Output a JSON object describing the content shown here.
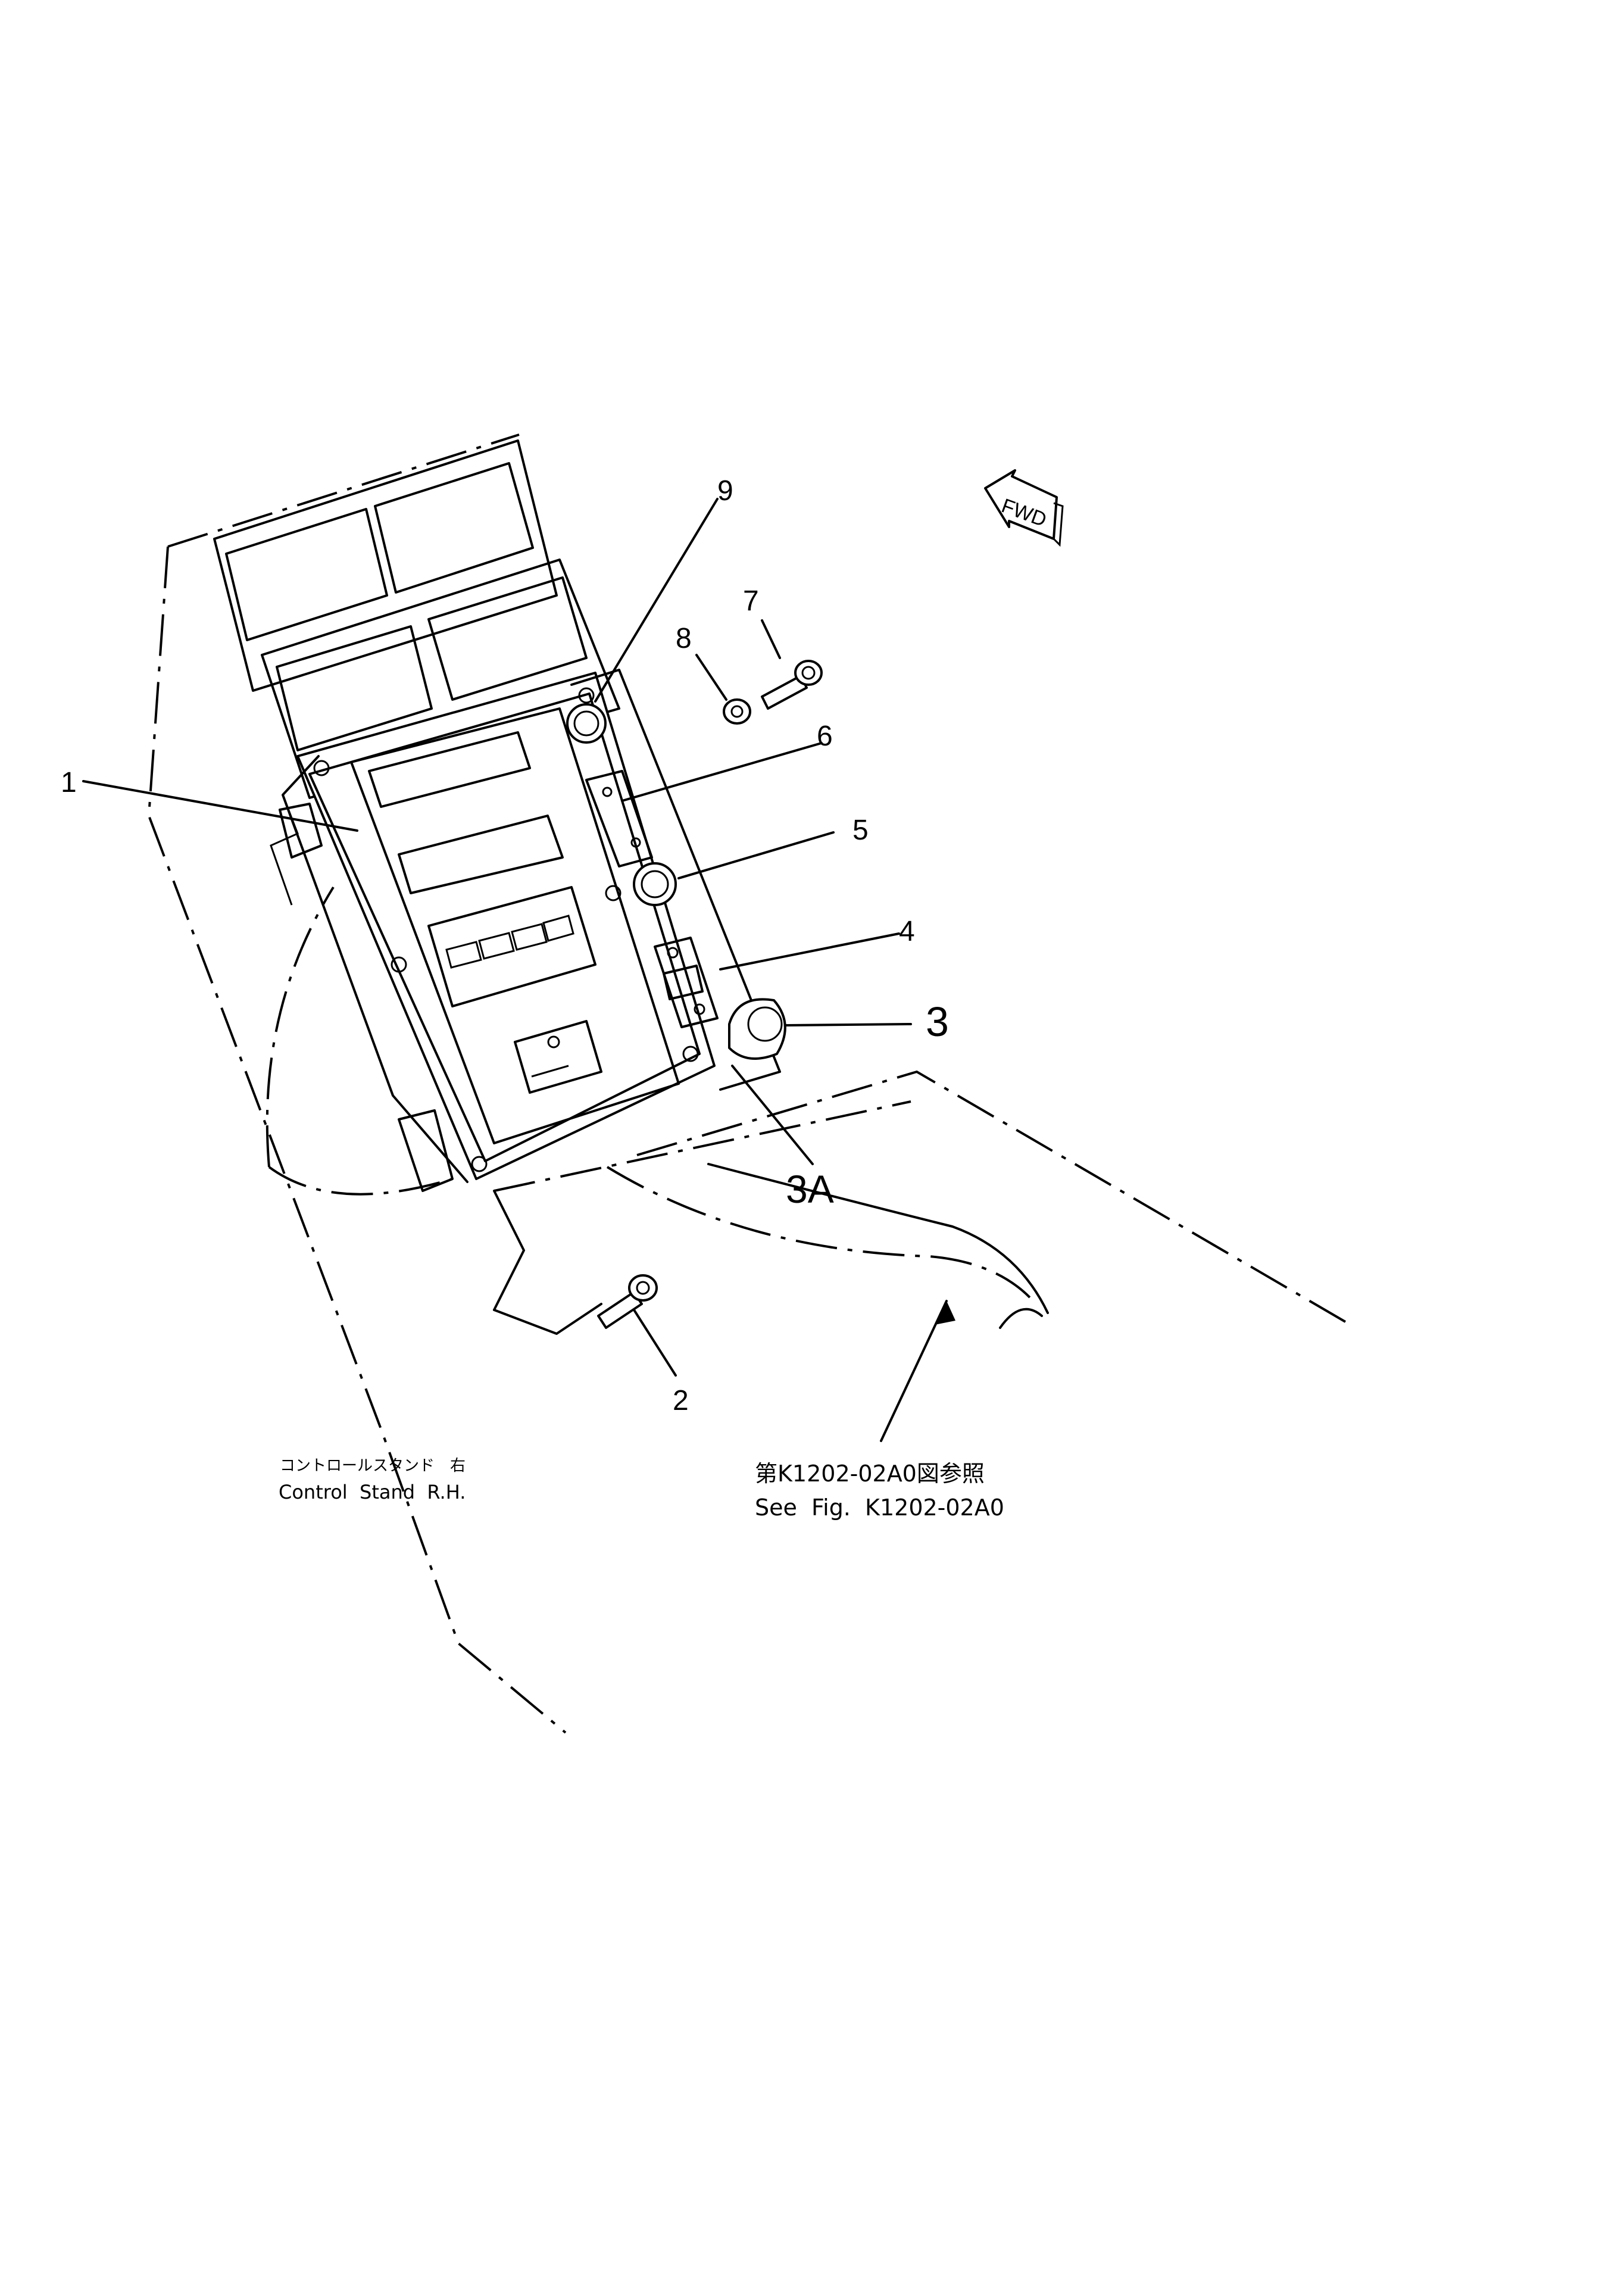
{
  "diagram": {
    "part_callouts": [
      "1",
      "2",
      "3",
      "3A",
      "4",
      "5",
      "6",
      "7",
      "8",
      "9"
    ],
    "direction_label": "FWD",
    "caption_left": {
      "line_jp": "コントロールスタンド　右",
      "line_en": "Control  Stand  R.H."
    },
    "caption_right": {
      "line_jp": "第K1202-02A0図参照",
      "line_en": "See  Fig.  K1202-02A0"
    }
  }
}
